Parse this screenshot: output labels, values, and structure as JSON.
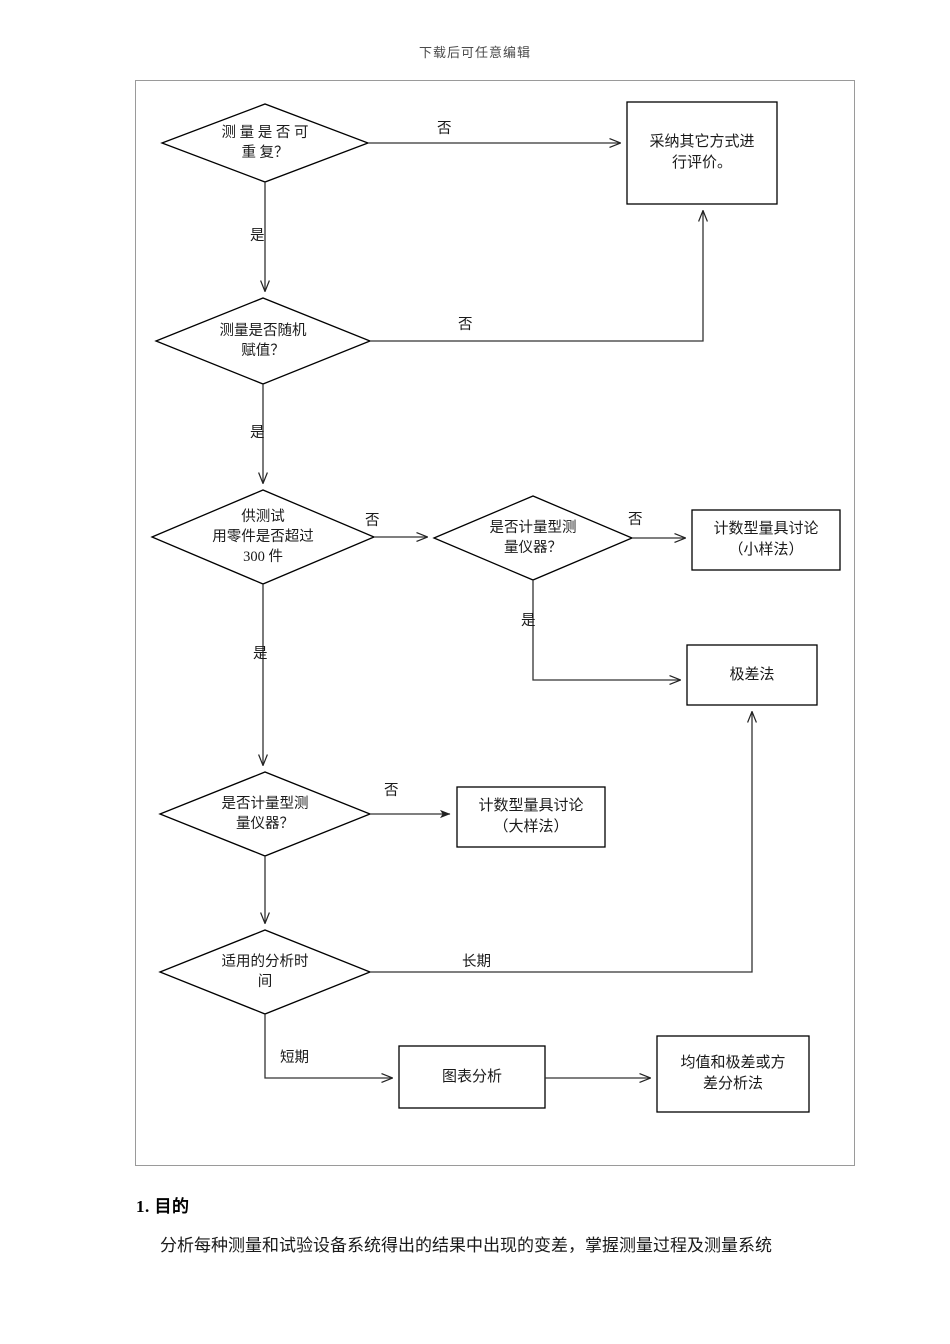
{
  "document": {
    "header_note": "下载后可任意编辑",
    "section_heading": "1. 目的",
    "body_paragraph": "分析每种测量和试验设备系统得出的结果中出现的变差，掌握测量过程及测量系统"
  },
  "flowchart": {
    "nodes": [
      {
        "id": "d1",
        "type": "decision",
        "label": "测 量 是 否 可\n重 复？"
      },
      {
        "id": "b1",
        "type": "process",
        "label": "采纳其它方式进\n行评价。"
      },
      {
        "id": "d2",
        "type": "decision",
        "label": "测量是否随机\n赋值？"
      },
      {
        "id": "d3",
        "type": "decision",
        "label": "供测试\n用零件是否超过\n300 件"
      },
      {
        "id": "d4",
        "type": "decision",
        "label": "是否计量型测\n量仪器？"
      },
      {
        "id": "b2",
        "type": "process",
        "label": "计数型量具讨论\n（小样法）"
      },
      {
        "id": "b3",
        "type": "process",
        "label": "极差法"
      },
      {
        "id": "d5",
        "type": "decision",
        "label": "是否计量型测\n量仪器？"
      },
      {
        "id": "b4",
        "type": "process",
        "label": "计数型量具讨论\n（大样法）"
      },
      {
        "id": "d6",
        "type": "decision",
        "label": "适用的分析时\n间"
      },
      {
        "id": "b5",
        "type": "process",
        "label": "图表分析"
      },
      {
        "id": "b6",
        "type": "process",
        "label": "均值和极差或方\n差分析法"
      }
    ],
    "edges": [
      {
        "id": "e1",
        "from": "d1",
        "to": "b1",
        "label": "否"
      },
      {
        "id": "e2",
        "from": "d1",
        "to": "d2",
        "label": "是"
      },
      {
        "id": "e3",
        "from": "d2",
        "to": "b1",
        "label": "否"
      },
      {
        "id": "e4",
        "from": "d2",
        "to": "d3",
        "label": "是"
      },
      {
        "id": "e5",
        "from": "d3",
        "to": "d4",
        "label": "否"
      },
      {
        "id": "e6",
        "from": "d3",
        "to": "d5",
        "label": "是"
      },
      {
        "id": "e7",
        "from": "d4",
        "to": "b2",
        "label": "否"
      },
      {
        "id": "e8",
        "from": "d4",
        "to": "b3",
        "label": "是"
      },
      {
        "id": "e9",
        "from": "d5",
        "to": "b4",
        "label": "否"
      },
      {
        "id": "e10",
        "from": "d5",
        "to": "d6",
        "label": ""
      },
      {
        "id": "e11",
        "from": "d6",
        "to": "b3",
        "label": "长期"
      },
      {
        "id": "e12",
        "from": "d6",
        "to": "b5",
        "label": "短期"
      },
      {
        "id": "e13",
        "from": "b5",
        "to": "b6",
        "label": ""
      }
    ],
    "colors": {
      "shape_stroke": "#000000",
      "connector_stroke": "#333333",
      "frame_stroke": "#9a9a9a",
      "text": "#1a1a1a",
      "background": "#ffffff"
    }
  }
}
